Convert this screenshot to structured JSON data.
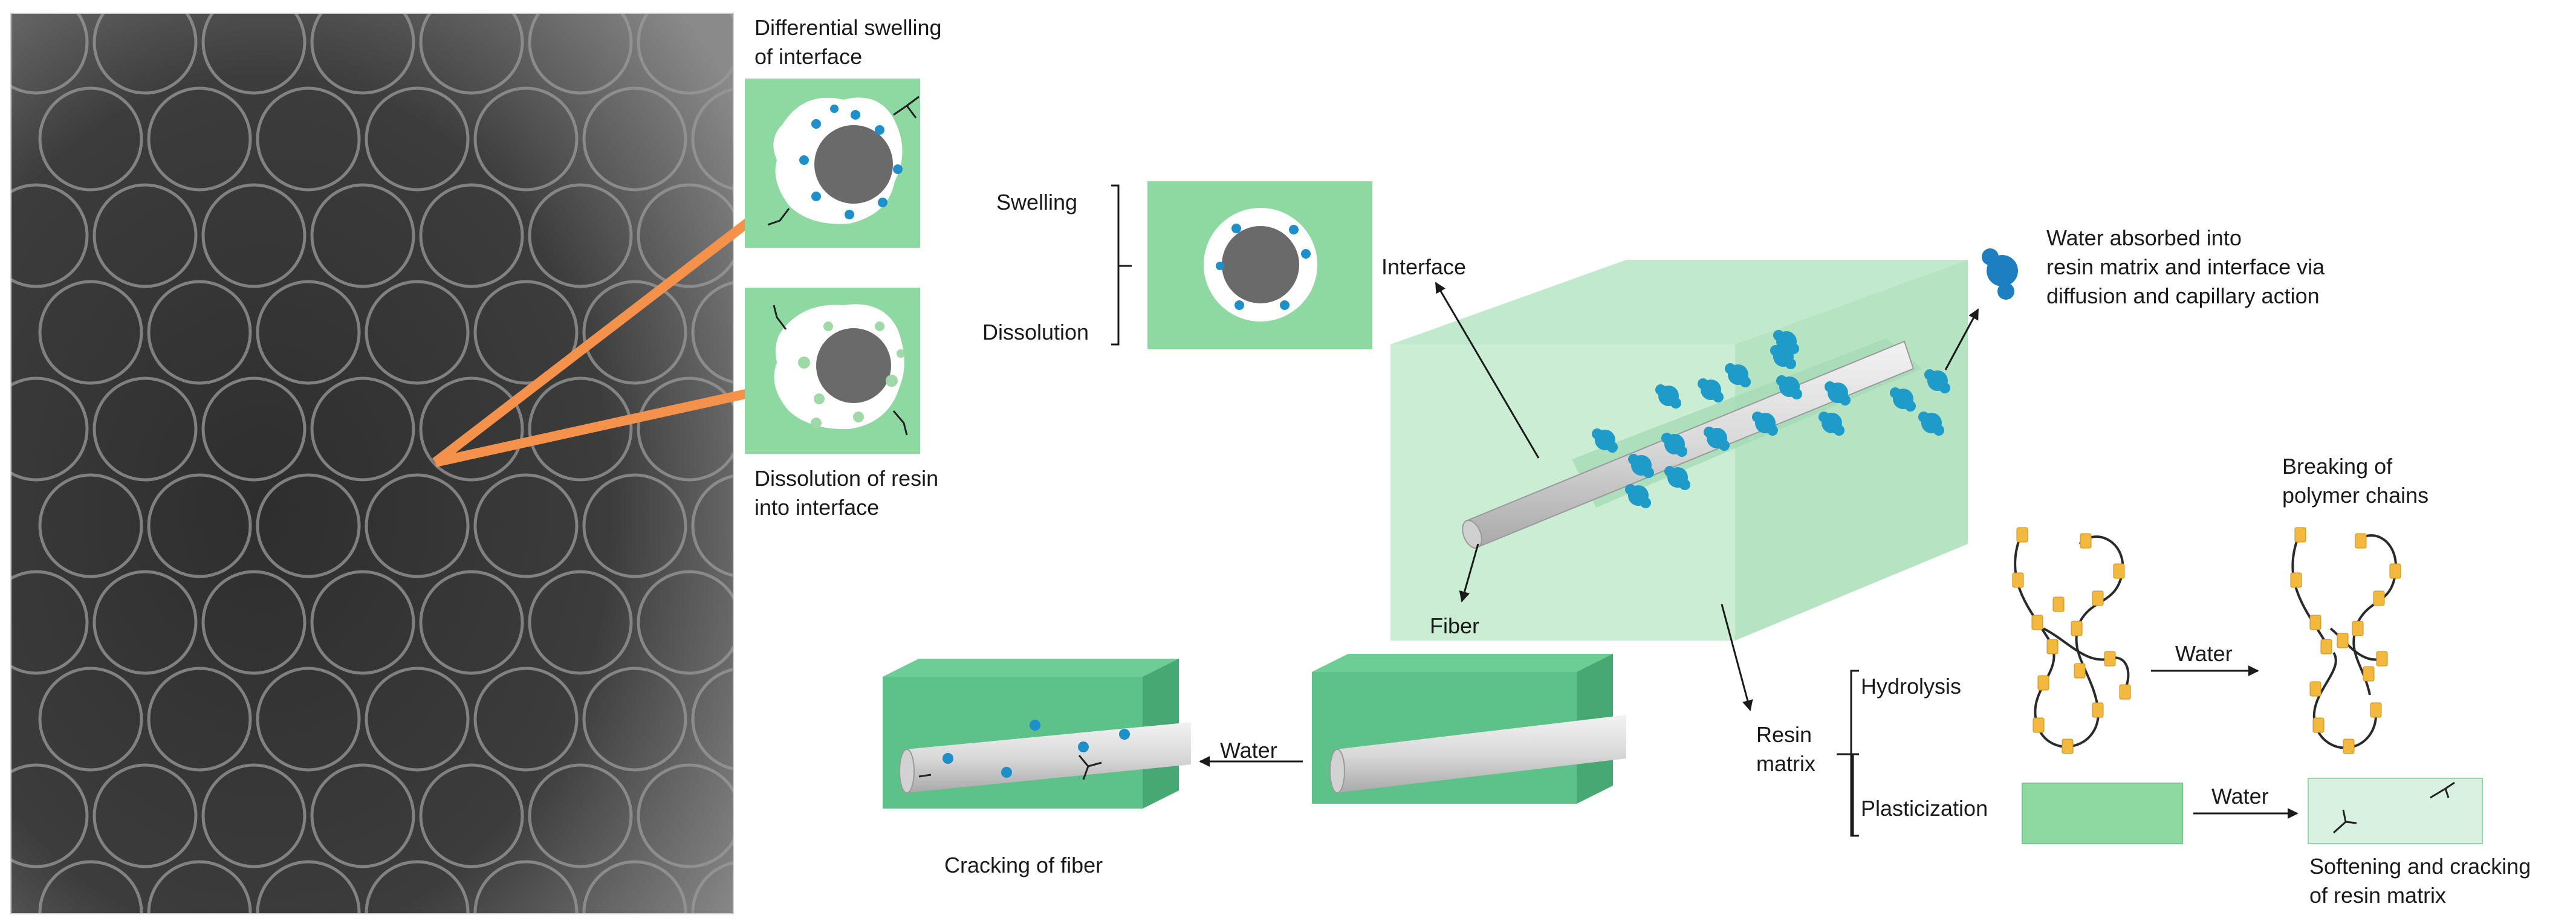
{
  "micrograph": {
    "description_icon": "sem-micrograph-image"
  },
  "labels": {
    "differential_swelling": [
      "Differential swelling",
      "of interface"
    ],
    "dissolution_resin": [
      "Dissolution of resin",
      "into interface"
    ],
    "swelling": "Swelling",
    "dissolution": "Dissolution",
    "interface": "Interface",
    "water_absorbed": [
      "Water absorbed into",
      "resin matrix and interface via",
      "diffusion and capillary action"
    ],
    "fiber": "Fiber",
    "resin_matrix": [
      "Resin",
      "matrix"
    ],
    "hydrolysis": "Hydrolysis",
    "plasticization": "Plasticization",
    "breaking_chains": [
      "Breaking of",
      "polymer chains"
    ],
    "water_hydrolysis": "Water",
    "water_plasticization": "Water",
    "softening": [
      "Softening and cracking",
      "of resin matrix"
    ],
    "water_fiber": "Water",
    "cracking_fiber": "Cracking of fiber"
  },
  "colors": {
    "panel_green": "#8ed8a2",
    "block_green": "#5cc28a",
    "light_green": "#cfeed8",
    "arrow_orange": "#f4914a",
    "water_blue": "#1e8fc9",
    "fiber_gray": "#6a6a6a",
    "chain_bead": "#f2b840"
  }
}
